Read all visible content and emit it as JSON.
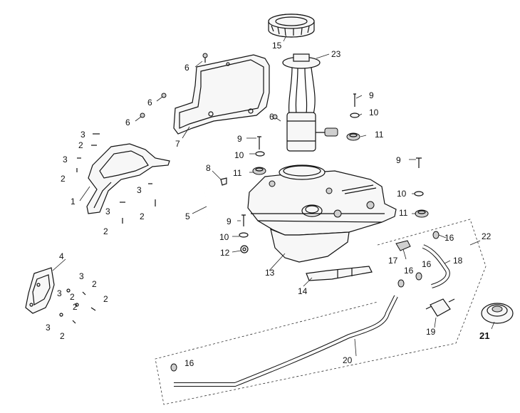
{
  "callouts": {
    "c1": "1",
    "c2a": "2",
    "c2b": "2",
    "c2c": "2",
    "c2d": "2",
    "c2e": "2",
    "c2f": "2",
    "c2g": "2",
    "c2h": "2",
    "c2i": "2",
    "c3a": "3",
    "c3b": "3",
    "c3c": "3",
    "c3d": "3",
    "c3e": "3",
    "c3f": "3",
    "c3g": "3",
    "c4": "4",
    "c5": "5",
    "c6a": "6",
    "c6b": "6",
    "c6c": "6",
    "c6d": "6",
    "c7": "7",
    "c8": "8",
    "c9a": "9",
    "c9b": "9",
    "c9c": "9",
    "c9d": "9",
    "c10a": "10",
    "c10b": "10",
    "c10c": "10",
    "c10d": "10",
    "c11a": "11",
    "c11b": "11",
    "c11c": "11",
    "c12": "12",
    "c13": "13",
    "c14": "14",
    "c15": "15",
    "c16a": "16",
    "c16b": "16",
    "c16c": "16",
    "c16d": "16",
    "c17": "17",
    "c18": "18",
    "c19": "19",
    "c20": "20",
    "c21": "21",
    "c22": "22",
    "c23": "23"
  }
}
